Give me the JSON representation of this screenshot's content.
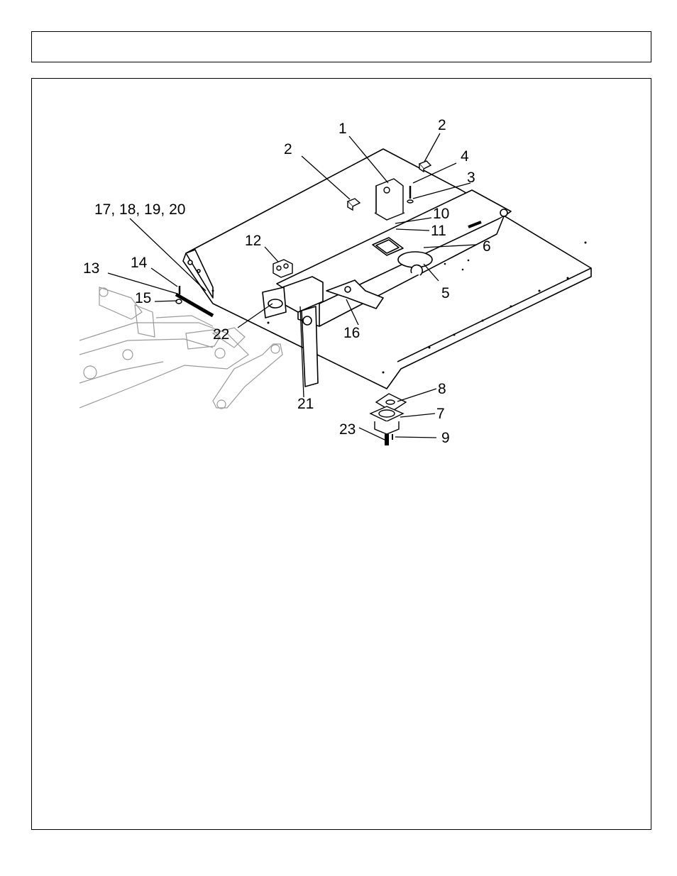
{
  "header": {
    "title": ""
  },
  "diagram": {
    "callouts": [
      {
        "id": "c1",
        "text": "1"
      },
      {
        "id": "c2a",
        "text": "2"
      },
      {
        "id": "c2b",
        "text": "2"
      },
      {
        "id": "c3",
        "text": "3"
      },
      {
        "id": "c4",
        "text": "4"
      },
      {
        "id": "c5",
        "text": "5"
      },
      {
        "id": "c6",
        "text": "6"
      },
      {
        "id": "c7",
        "text": "7"
      },
      {
        "id": "c8",
        "text": "8"
      },
      {
        "id": "c9",
        "text": "9"
      },
      {
        "id": "c10",
        "text": "10"
      },
      {
        "id": "c11",
        "text": "11"
      },
      {
        "id": "c12",
        "text": "12"
      },
      {
        "id": "c13",
        "text": "13"
      },
      {
        "id": "c14",
        "text": "14"
      },
      {
        "id": "c15",
        "text": "15"
      },
      {
        "id": "c16",
        "text": "16"
      },
      {
        "id": "c17",
        "text": "17, 18, 19, 20"
      },
      {
        "id": "c21",
        "text": "21"
      },
      {
        "id": "c22",
        "text": "22"
      },
      {
        "id": "c23",
        "text": "23"
      }
    ]
  }
}
